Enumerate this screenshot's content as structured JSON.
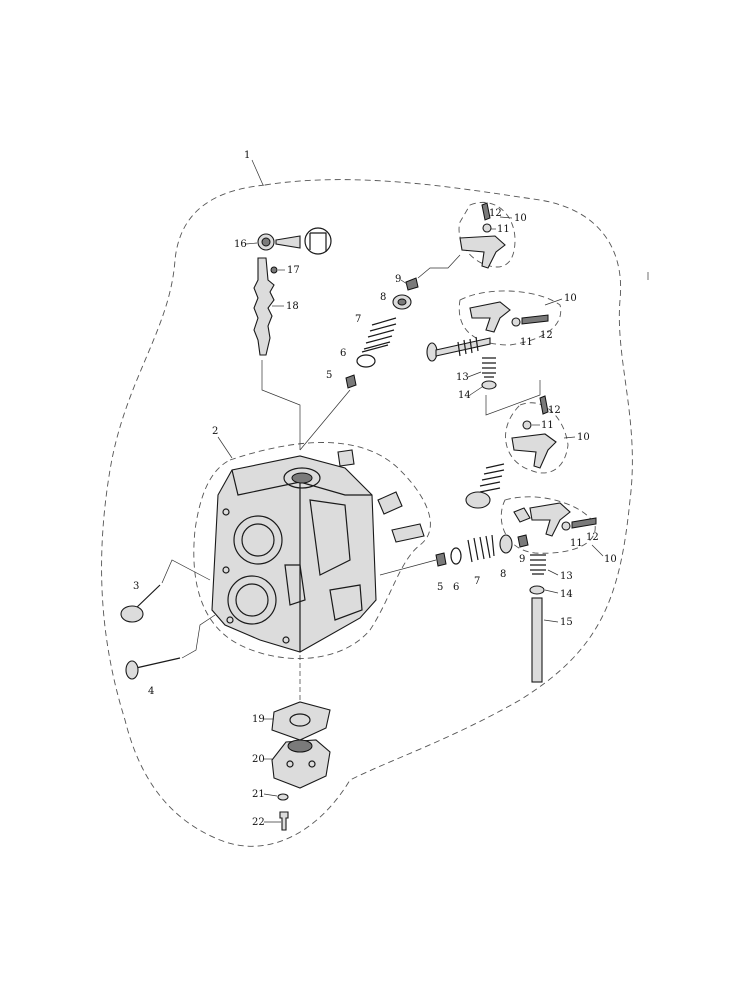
{
  "labels": {
    "l1": "1",
    "l2": "2",
    "l3": "3",
    "l4": "4",
    "l5a": "5",
    "l6a": "6",
    "l7a": "7",
    "l8a": "8",
    "l9a": "9",
    "l5b": "5",
    "l6b": "6",
    "l7b": "7",
    "l8b": "8",
    "l9b": "9",
    "l10a": "10",
    "l11a": "11",
    "l12a": "12",
    "l10b": "10",
    "l11b": "11",
    "l12b": "12",
    "l10c": "10",
    "l11c": "11",
    "l12c": "12",
    "l10d": "10",
    "l11d": "11",
    "l12d": "12",
    "l13a": "13",
    "l14a": "14",
    "l13b": "13",
    "l14b": "14",
    "l15": "15",
    "l16": "16",
    "l17": "17",
    "l18": "18",
    "l19": "19",
    "l20": "20",
    "l21": "21",
    "l22": "22"
  }
}
